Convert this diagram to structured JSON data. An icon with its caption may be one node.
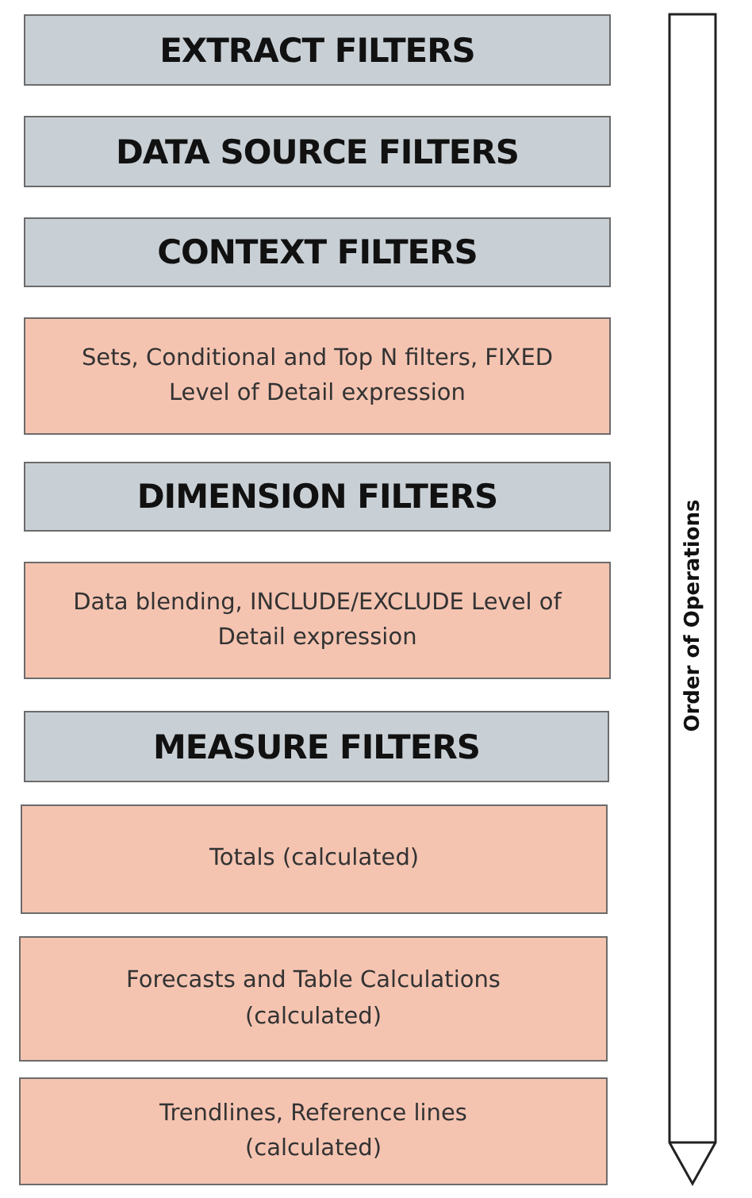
{
  "diagram": {
    "nodes": [
      {
        "text": [
          "EXTRACT FILTERS"
        ]
      },
      {
        "text": [
          "DATA SOURCE FILTERS"
        ]
      },
      {
        "text": [
          "CONTEXT FILTERS"
        ]
      },
      {
        "text": [
          "Sets, Conditional and Top N filters, FIXED Level of Detail expression"
        ]
      },
      {
        "text": [
          "DIMENSION FILTERS"
        ]
      },
      {
        "text": [
          "Data blending, INCLUDE/EXCLUDE Level of Detail expression"
        ]
      },
      {
        "text": [
          "MEASURE FILTERS"
        ]
      },
      {
        "text": [
          "Totals (calculated)"
        ]
      },
      {
        "text": [
          "Forecasts and Table Calculations (calculated)"
        ]
      },
      {
        "text": [
          "Trendlines, Reference lines (calculated)"
        ]
      },
      {
        "text": [
          "Order of Operations"
        ]
      }
    ],
    "edges": []
  }
}
